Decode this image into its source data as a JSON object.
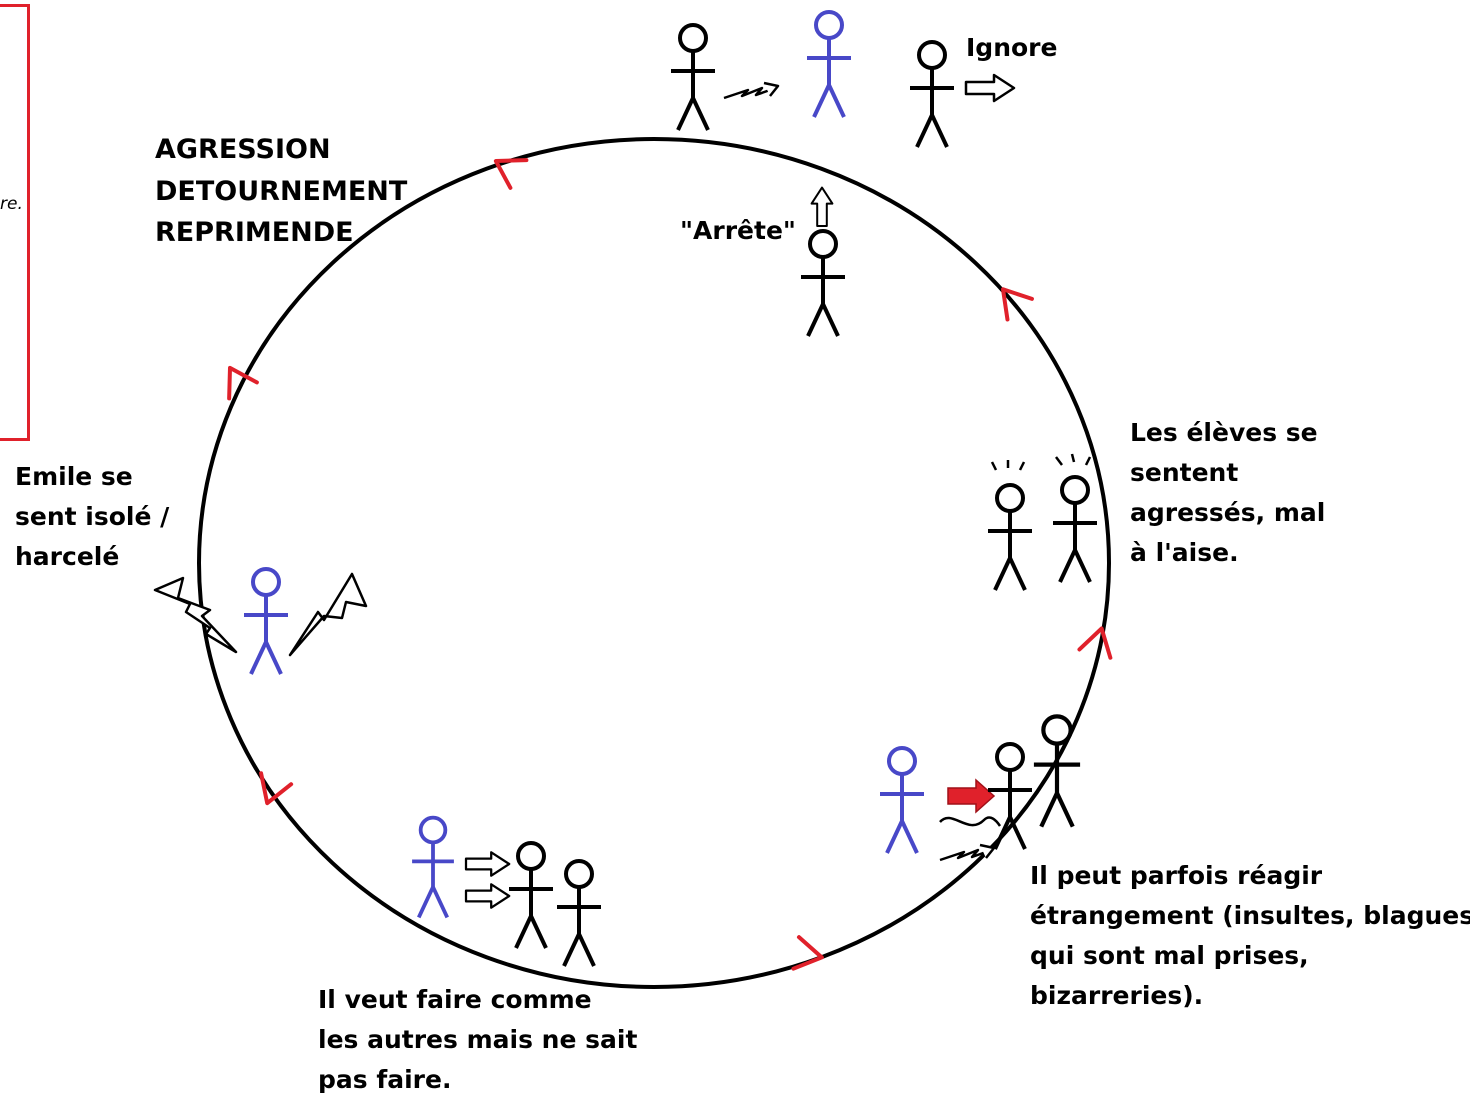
{
  "colors": {
    "outline": "#000000",
    "emile": "#4848c8",
    "arrow_red": "#e0212b",
    "box_red": "#e0212b"
  },
  "left_box": {
    "fragment_text": "re."
  },
  "labels": {
    "top_left_1": "AGRESSION",
    "top_left_2": "DETOURNEMENT",
    "top_left_3": "REPRIMENDE",
    "ignore": "Ignore",
    "arrete": "\"Arrête\"",
    "eleves_1": "Les élèves se",
    "eleves_2": "sentent",
    "eleves_3": "agressés, mal",
    "eleves_4": "à l'aise.",
    "emile_1": "Emile se",
    "emile_2": "sent isolé /",
    "emile_3": "harcelé",
    "reagir_1": "Il peut parfois réagir",
    "reagir_2": "étrangement (insultes, blagues",
    "reagir_3": "qui sont mal prises,",
    "reagir_4": "bizarreries).",
    "veut_1": "Il veut faire comme",
    "veut_2": "les autres mais ne sait",
    "veut_3": "pas faire."
  },
  "icons": [
    "stick-figure",
    "lightning-icon",
    "outline-arrow-icon",
    "red-arrow-icon",
    "direction-chevron-icon",
    "stress-lines-icon",
    "wave-icon"
  ]
}
